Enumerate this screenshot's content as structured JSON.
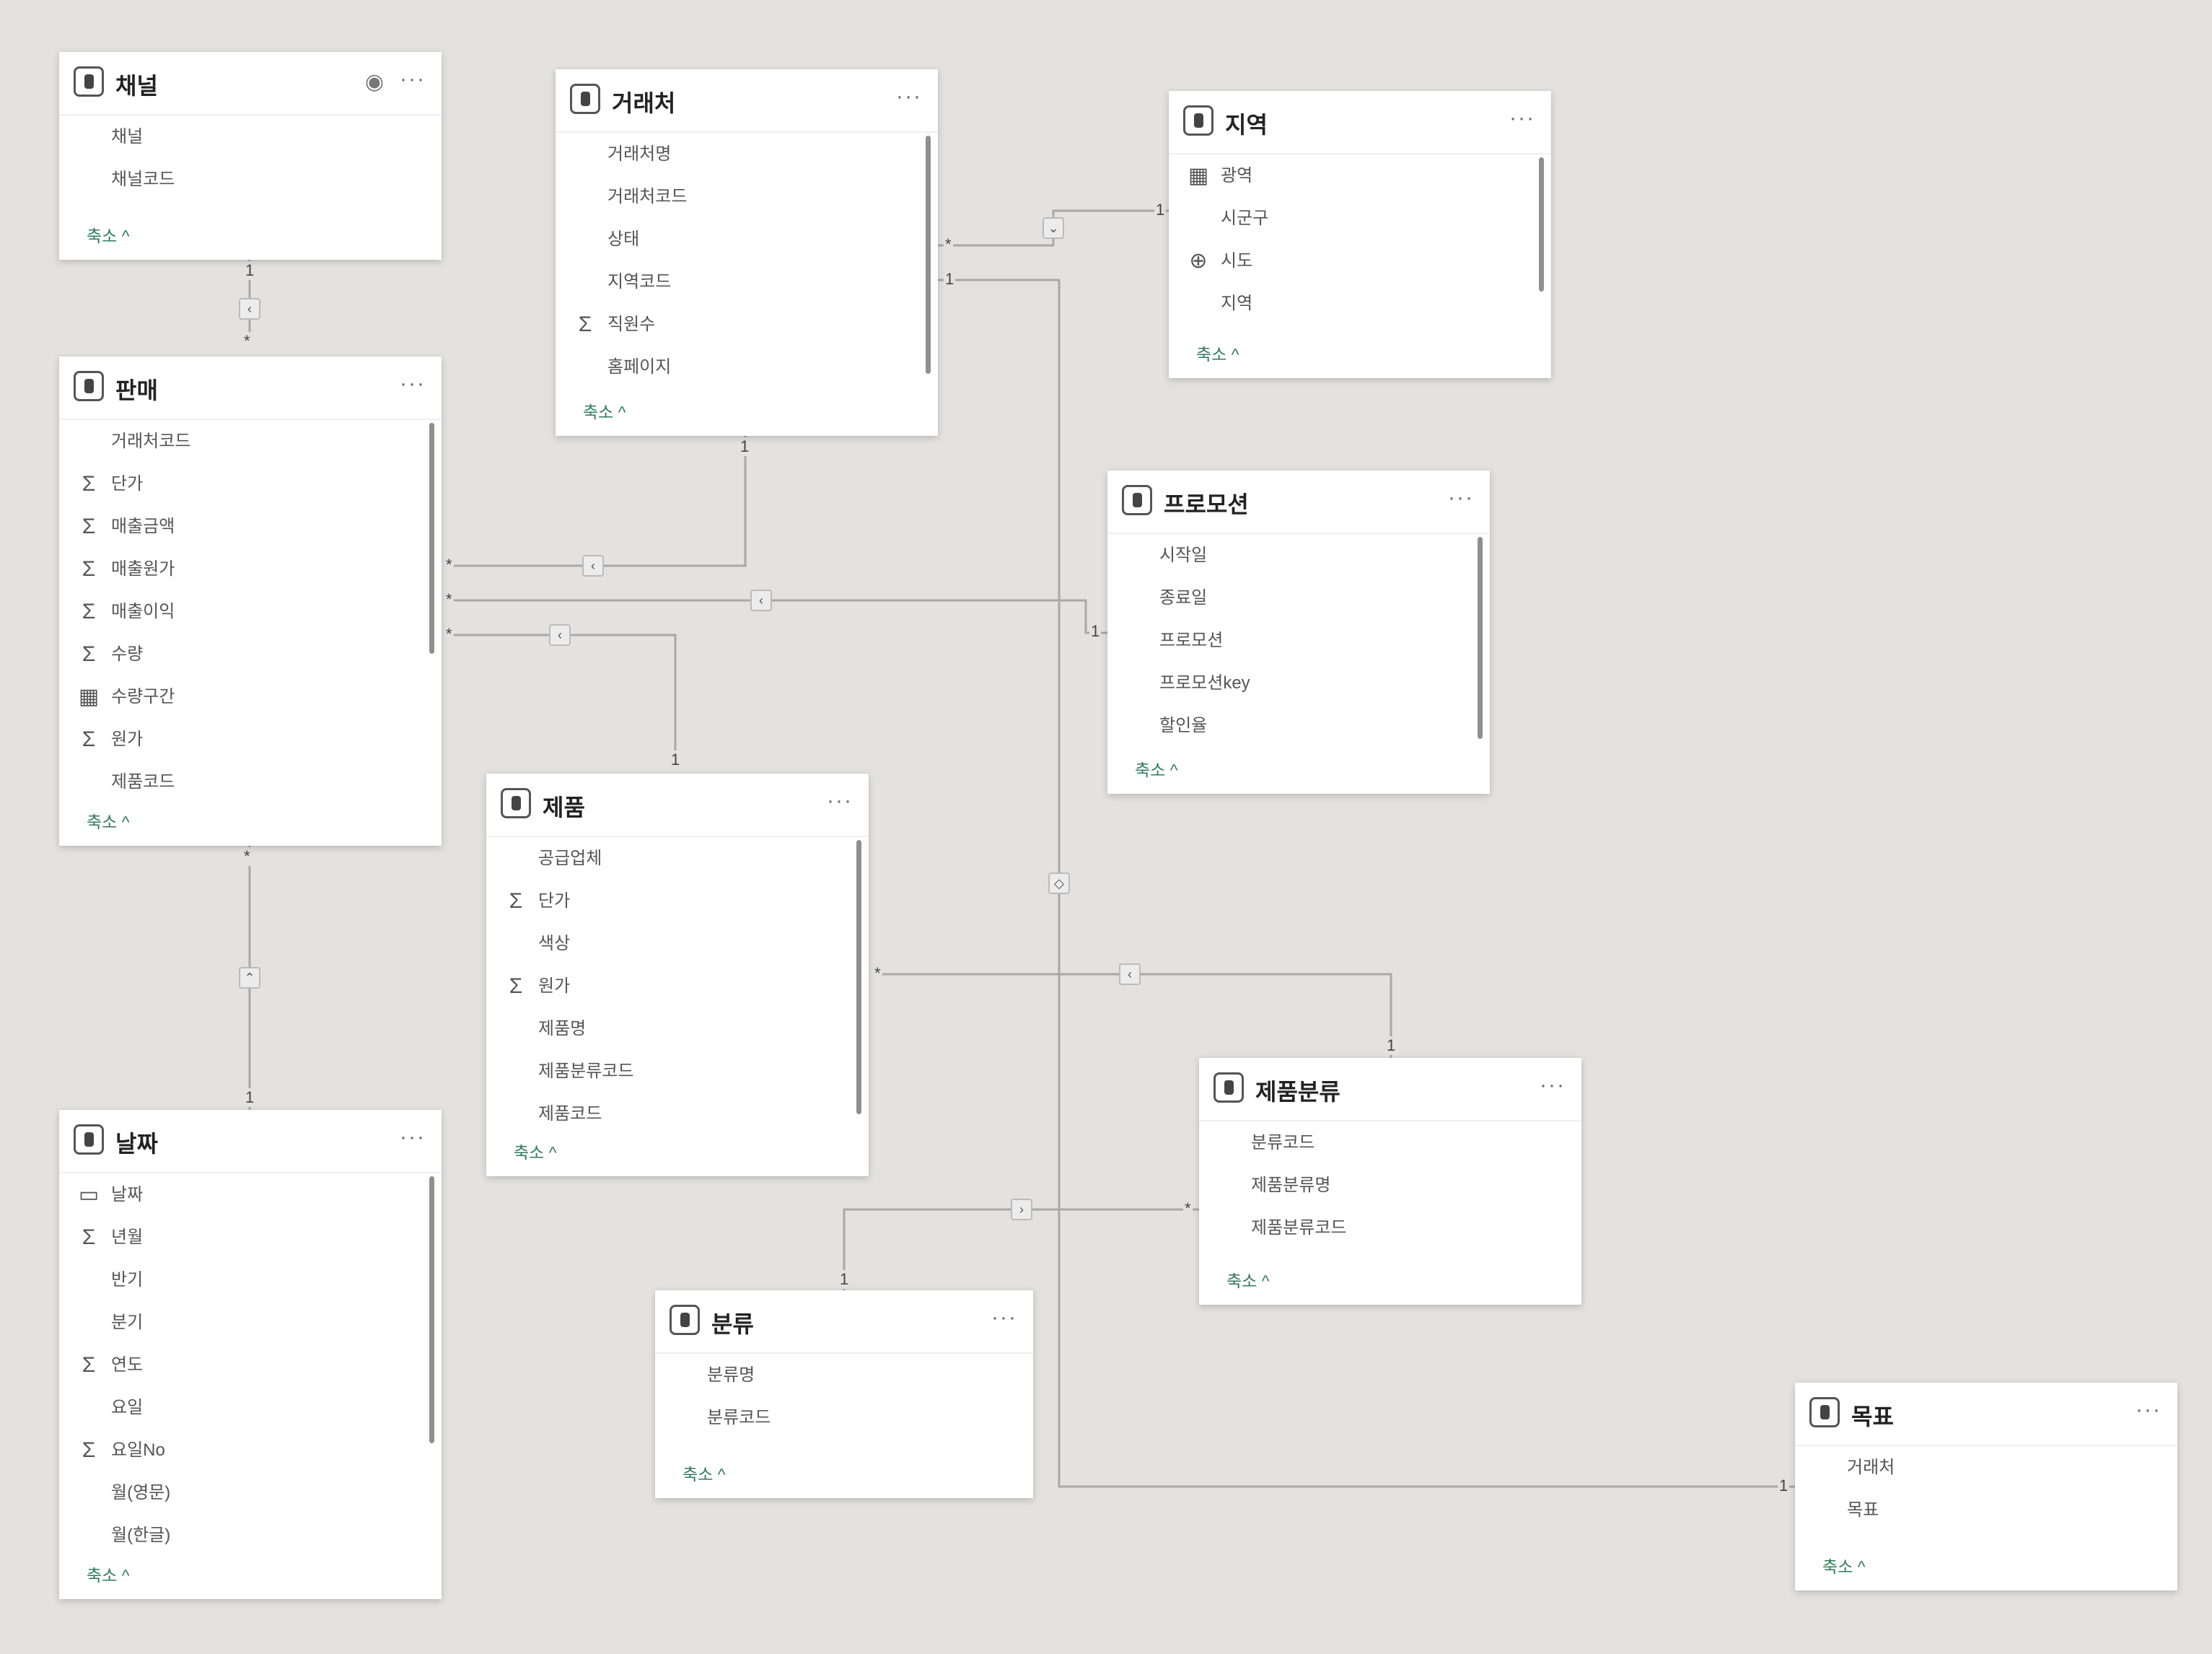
{
  "canvas": {
    "background": "#e3e2e1",
    "accent": "#2f7a5a"
  },
  "ui": {
    "collapse_label": "축소 ^"
  },
  "tables": {
    "channel": {
      "name": "채널",
      "fields": [
        {
          "icon": "none",
          "label": "채널"
        },
        {
          "icon": "none",
          "label": "채널코드"
        }
      ]
    },
    "vendor": {
      "name": "거래처",
      "fields": [
        {
          "icon": "none",
          "label": "거래처명"
        },
        {
          "icon": "none",
          "label": "거래처코드"
        },
        {
          "icon": "none",
          "label": "상태"
        },
        {
          "icon": "none",
          "label": "지역코드"
        },
        {
          "icon": "sigma",
          "label": "직원수"
        },
        {
          "icon": "none",
          "label": "홈페이지"
        }
      ]
    },
    "region": {
      "name": "지역",
      "fields": [
        {
          "icon": "hierarchy",
          "label": "광역"
        },
        {
          "icon": "none",
          "label": "시군구"
        },
        {
          "icon": "globe",
          "label": "시도"
        },
        {
          "icon": "none",
          "label": "지역"
        }
      ]
    },
    "sales": {
      "name": "판매",
      "fields": [
        {
          "icon": "none",
          "label": "거래처코드"
        },
        {
          "icon": "sigma",
          "label": "단가"
        },
        {
          "icon": "sigma",
          "label": "매출금액"
        },
        {
          "icon": "sigma",
          "label": "매출원가"
        },
        {
          "icon": "sigma",
          "label": "매출이익"
        },
        {
          "icon": "sigma",
          "label": "수량"
        },
        {
          "icon": "hierarchy",
          "label": "수량구간"
        },
        {
          "icon": "sigma",
          "label": "원가"
        },
        {
          "icon": "none",
          "label": "제품코드"
        }
      ]
    },
    "promotion": {
      "name": "프로모션",
      "fields": [
        {
          "icon": "none",
          "label": "시작일"
        },
        {
          "icon": "none",
          "label": "종료일"
        },
        {
          "icon": "none",
          "label": "프로모션"
        },
        {
          "icon": "none",
          "label": "프로모션key"
        },
        {
          "icon": "none",
          "label": "할인율"
        }
      ]
    },
    "product": {
      "name": "제품",
      "fields": [
        {
          "icon": "none",
          "label": "공급업체"
        },
        {
          "icon": "sigma",
          "label": "단가"
        },
        {
          "icon": "none",
          "label": "색상"
        },
        {
          "icon": "sigma",
          "label": "원가"
        },
        {
          "icon": "none",
          "label": "제품명"
        },
        {
          "icon": "none",
          "label": "제품분류코드"
        },
        {
          "icon": "none",
          "label": "제품코드"
        }
      ]
    },
    "date": {
      "name": "날짜",
      "fields": [
        {
          "icon": "calendar",
          "label": "날짜"
        },
        {
          "icon": "sigma",
          "label": "년월"
        },
        {
          "icon": "none",
          "label": "반기"
        },
        {
          "icon": "none",
          "label": "분기"
        },
        {
          "icon": "sigma",
          "label": "연도"
        },
        {
          "icon": "none",
          "label": "요일"
        },
        {
          "icon": "sigma",
          "label": "요일No"
        },
        {
          "icon": "none",
          "label": "월(영문)"
        },
        {
          "icon": "none",
          "label": "월(한글)"
        }
      ]
    },
    "subcategory": {
      "name": "제품분류",
      "fields": [
        {
          "icon": "none",
          "label": "분류코드"
        },
        {
          "icon": "none",
          "label": "제품분류명"
        },
        {
          "icon": "none",
          "label": "제품분류코드"
        }
      ]
    },
    "category": {
      "name": "분류",
      "fields": [
        {
          "icon": "none",
          "label": "분류명"
        },
        {
          "icon": "none",
          "label": "분류코드"
        }
      ]
    },
    "target": {
      "name": "목표",
      "fields": [
        {
          "icon": "none",
          "label": "거래처"
        },
        {
          "icon": "none",
          "label": "목표"
        }
      ]
    }
  },
  "relationships": [
    {
      "from": "channel",
      "to": "sales",
      "cardinality_one": "1",
      "cardinality_many": "*"
    },
    {
      "from": "vendor",
      "to": "sales",
      "cardinality_one": "1",
      "cardinality_many": "*"
    },
    {
      "from": "region",
      "to": "vendor",
      "cardinality_one": "1",
      "cardinality_many": "*"
    },
    {
      "from": "promotion",
      "to": "sales",
      "cardinality_one": "1",
      "cardinality_many": "*"
    },
    {
      "from": "product",
      "to": "sales",
      "cardinality_one": "1",
      "cardinality_many": "*"
    },
    {
      "from": "date",
      "to": "sales",
      "cardinality_one": "1",
      "cardinality_many": "*"
    },
    {
      "from": "subcategory",
      "to": "product",
      "cardinality_one": "1",
      "cardinality_many": "*"
    },
    {
      "from": "category",
      "to": "subcategory",
      "cardinality_one": "1",
      "cardinality_many": "*"
    },
    {
      "from": "vendor",
      "to": "target",
      "cardinality_one": "1",
      "cardinality_many": "1"
    }
  ]
}
